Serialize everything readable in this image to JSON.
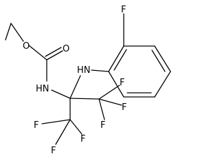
{
  "molecule": {
    "atom_labels": {
      "o_carbonyl": "O",
      "o_ether": "O",
      "nh_carbamate": "HN",
      "nh_aniline": "HN",
      "f_aryl": "F",
      "f_left_1": "F",
      "f_left_2": "F",
      "f_left_3": "F",
      "f_right_1": "F",
      "f_right_2": "F",
      "f_right_3": "F"
    }
  }
}
